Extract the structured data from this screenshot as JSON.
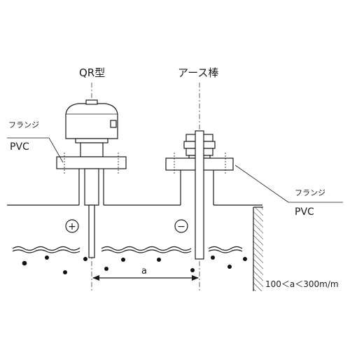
{
  "labels": {
    "qr_title": "QR型",
    "earth_title": "アース棒",
    "flange_left": "フランジ",
    "pvc_left": "PVC",
    "flange_right": "フランジ",
    "pvc_right": "PVC",
    "plus_sign": "+",
    "minus_sign": "−",
    "distance": "a",
    "range": "100＜a＜300m/m"
  }
}
